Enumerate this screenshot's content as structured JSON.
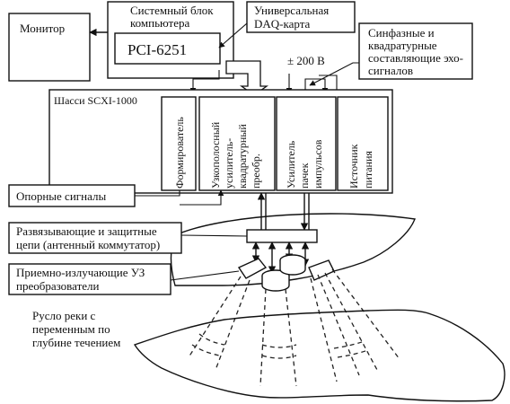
{
  "labels": {
    "monitor": "Монитор",
    "system_unit_line1": "Системный блок",
    "system_unit_line2": "компьютера",
    "pci": "PCI-6251",
    "daq_line1": "Универсальная",
    "daq_line2": "DAQ-карта",
    "sync_line1": "Синфазные и",
    "sync_line2": "квадратурные",
    "sync_line3": "составляющие эхо-",
    "sync_line4": "сигналов",
    "voltage": "± 200 В",
    "chassis": "Шасси SCXI-1000",
    "former": "Формирователь",
    "narrowband_line1": "Узкополосный",
    "narrowband_line2": "усилитель-",
    "narrowband_line3": "квадратурный",
    "narrowband_line4": "преобр.",
    "burst_amp_line1": "Усилитель",
    "burst_amp_line2": "пачек",
    "burst_amp_line3": "импульсов",
    "power_line1": "Источник",
    "power_line2": "питания",
    "reference": "Опорные сигналы",
    "decoupling_line1": "Развязывающие  и защитные",
    "decoupling_line2": "цепи (антенный коммутатор)",
    "transducers_line1": "Приемно-излучающие УЗ",
    "transducers_line2": "преобразователи",
    "riverbed_line1": "Русло реки с",
    "riverbed_line2": "переменным по",
    "riverbed_line3": "глубине течением"
  }
}
